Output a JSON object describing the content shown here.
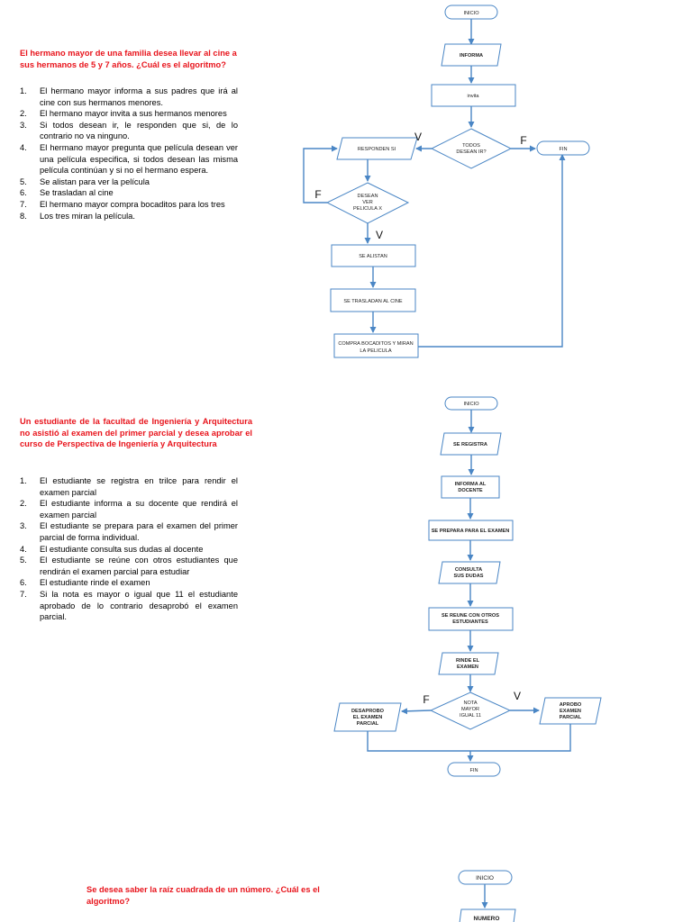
{
  "section1": {
    "title": "El hermano mayor de una familia desea llevar al cine a sus hermanos de 5 y 7 años. ¿Cuál es el algoritmo?",
    "steps": [
      {
        "num": "1.",
        "text": "El hermano mayor informa a sus padres que irá al cine con sus hermanos menores."
      },
      {
        "num": "2.",
        "text": "El hermano mayor invita a sus hermanos menores"
      },
      {
        "num": "3.",
        "text": "Si todos desean ir, le responden que si, de lo contrario no va ninguno."
      },
      {
        "num": "4.",
        "text": "El hermano mayor pregunta que película desean ver una película especifica, si todos desean las misma película continúan y si no el hermano espera."
      },
      {
        "num": "5.",
        "text": "Se alistan para ver la película"
      },
      {
        "num": "6.",
        "text": "Se trasladan al cine"
      },
      {
        "num": "7.",
        "text": "El hermano mayor compra bocaditos para los tres"
      },
      {
        "num": "8.",
        "text": "Los tres miran la película."
      }
    ],
    "flow": {
      "inicio": "INICIO",
      "informa": "INFORMA",
      "invita": "invita",
      "todos_l1": "TODOS",
      "todos_l2": "DESEAN IR?",
      "responden": "RESPONDEN SI",
      "fin": "FIN",
      "desean_l1": "DESEAN",
      "desean_l2": "VER",
      "desean_l3": "PELICULA X",
      "alistan": "SE ALISTAN",
      "trasladan": "SE TRASLADAN AL CINE",
      "compra_l1": "COMPRA BOCADITOS Y MIRAN",
      "compra_l2": "LA PELICULA",
      "v1": "V",
      "f1": "F",
      "f2": "F",
      "v2": "V"
    }
  },
  "section2": {
    "title": "Un estudiante de la facultad de Ingeniería y Arquitectura no asistió al examen del primer parcial y desea aprobar el curso de Perspectiva de Ingeniería y Arquitectura",
    "steps": [
      {
        "num": "1.",
        "text": "El estudiante se registra en trilce para rendir el examen parcial"
      },
      {
        "num": "2.",
        "text": "El estudiante informa a su docente que rendirá el examen parcial"
      },
      {
        "num": "3.",
        "text": "El estudiante se prepara para el examen del primer parcial de forma individual."
      },
      {
        "num": "4.",
        "text": "El estudiante consulta sus dudas al docente"
      },
      {
        "num": "5.",
        "text": "El estudiante se reúne con otros estudiantes que rendirán el examen parcial para estudiar"
      },
      {
        "num": "6.",
        "text": "El estudiante rinde el examen"
      },
      {
        "num": "7.",
        "text": "Si la nota es mayor o igual que 11 el estudiante aprobado de lo contrario desaprobó el examen parcial."
      }
    ],
    "flow": {
      "inicio": "INICIO",
      "registra": "SE REGISTRA",
      "informa_l1": "INFORMA AL",
      "informa_l2": "DOCENTE",
      "prepara": "SE PREPARA PARA EL EXAMEN",
      "consulta_l1": "CONSULTA",
      "consulta_l2": "SUS DUDAS",
      "reune_l1": "SE REUNE CON OTROS",
      "reune_l2": "ESTUDIANTES",
      "rinde_l1": "RINDE EL",
      "rinde_l2": "EXAMEN",
      "nota_l1": "NOTA",
      "nota_l2": "MAYOR",
      "nota_l3": "IGUAL 11",
      "desaprobo_l1": "DESAPROBO",
      "desaprobo_l2": "EL EXAMEN",
      "desaprobo_l3": "PARCIAL",
      "aprobo_l1": "APROBO",
      "aprobo_l2": "EXAMEN",
      "aprobo_l3": "PARCIAL",
      "fin": "FIN",
      "f": "F",
      "v": "V"
    }
  },
  "section3": {
    "title": "Se desea saber la raíz cuadrada de un número. ¿Cuál es el algoritmo?",
    "flow": {
      "inicio": "INICIO",
      "numero": "NUMERO"
    }
  }
}
